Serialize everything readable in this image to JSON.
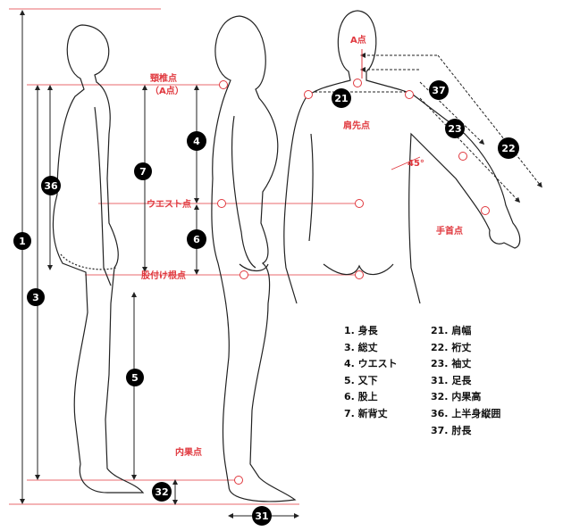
{
  "colors": {
    "accent": "#e0383e",
    "body": "#222222",
    "marker_bg": "#000000",
    "marker_text": "#ffffff"
  },
  "point_labels": {
    "a_point_left_1": "頸椎点",
    "a_point_left_2": "（A点）",
    "waist_point": "ウエスト点",
    "crotch_point": "股付け根点",
    "inner_ankle_point": "内果点",
    "a_point_back": "A点",
    "shoulder_point": "肩先点",
    "wrist_point": "手首点",
    "angle": "45°"
  },
  "markers": {
    "m1": "1",
    "m3": "3",
    "m36": "36",
    "m4": "4",
    "m6": "6",
    "m7": "7",
    "m5": "5",
    "m32": "32",
    "m31": "31",
    "m21": "21",
    "m37": "37",
    "m23": "23",
    "m22": "22"
  },
  "legend": {
    "left": [
      "1. 身長",
      "3. 総丈",
      "4. ウエスト",
      "5. 又下",
      "6. 股上",
      "7. 新背丈"
    ],
    "right": [
      "21. 肩幅",
      "22. 裄丈",
      "23. 袖丈",
      "31. 足長",
      "32. 内果高",
      "36. 上半身縦囲",
      "37. 肘長"
    ]
  }
}
